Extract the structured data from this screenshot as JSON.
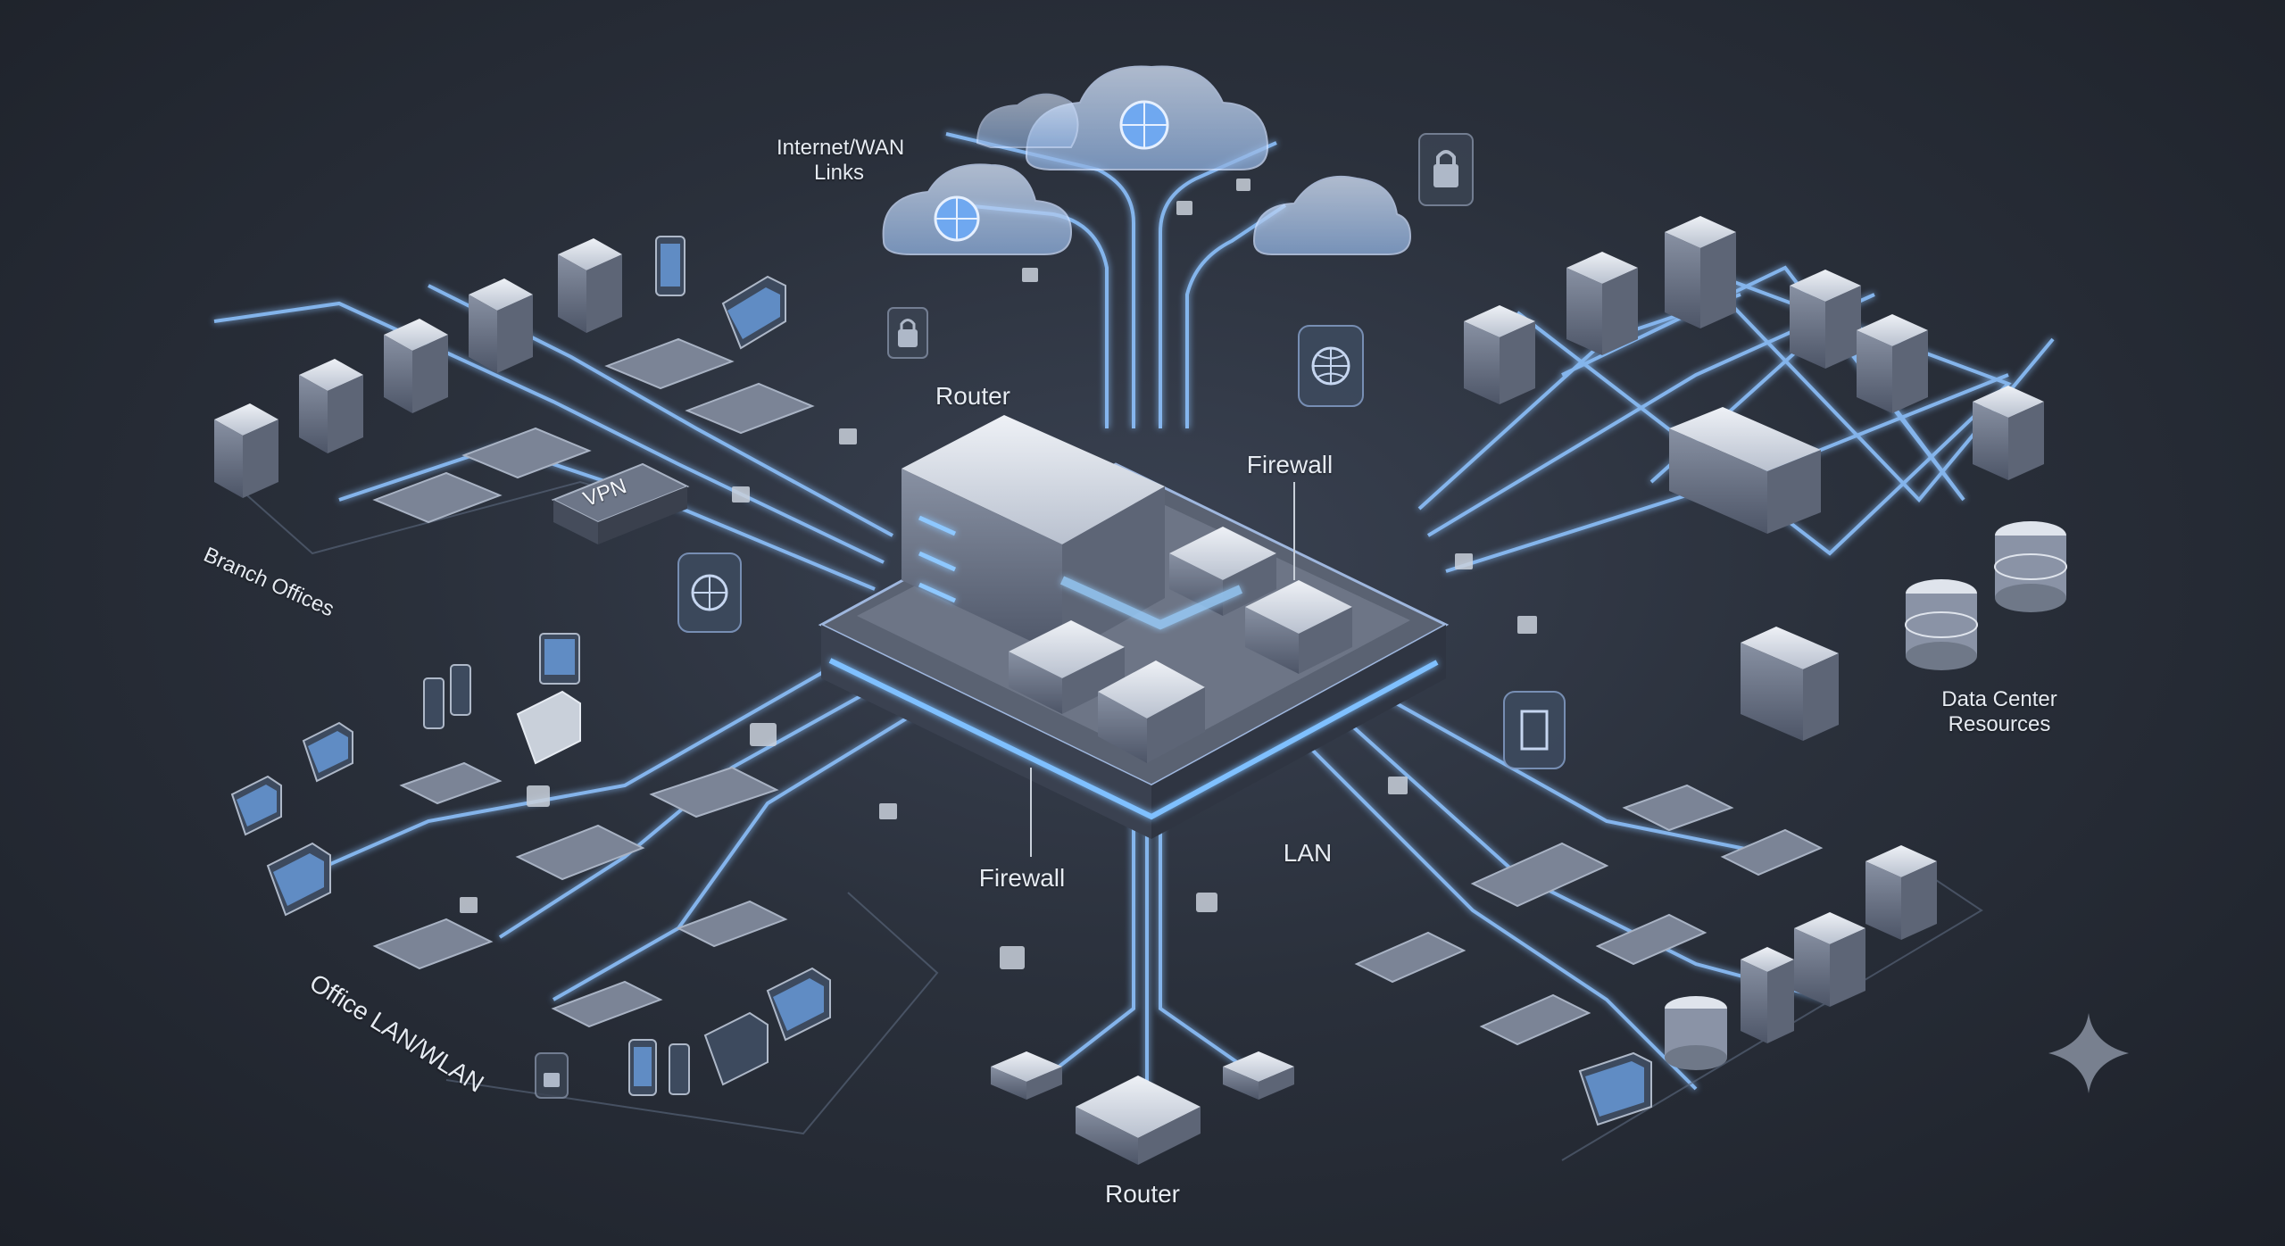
{
  "labels": {
    "internet_wan_line1": "Internet/WAN",
    "internet_wan_line2": "Links",
    "router_top": "Router",
    "firewall_right": "Firewall",
    "firewall_bottom": "Firewall",
    "lan": "LAN",
    "router_bottom": "Router",
    "branch_offices": "Branch Offices",
    "office_lan_wlan": "Office LAN/WLAN",
    "data_center_line1": "Data Center",
    "data_center_line2": "Resources",
    "vpn": "VPN"
  },
  "colors": {
    "background": "#2a303b",
    "link_glow": "#7fb8ff",
    "device_body": "#8a93a6",
    "device_top": "#dfe4ec",
    "accent_blue": "#5aa8ff"
  }
}
